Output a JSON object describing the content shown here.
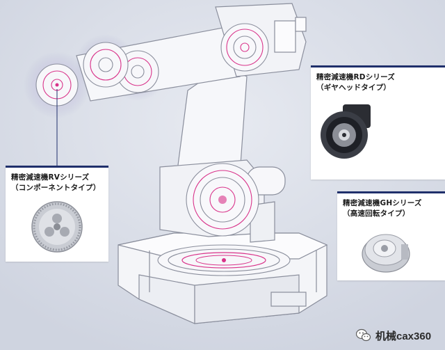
{
  "callouts": [
    {
      "line1": "精密減速機RVシリーズ",
      "line2": "（コンポーネントタイプ）"
    },
    {
      "line1": "精密減速機RDシリーズ",
      "line2": "（ギヤヘッドタイプ）"
    },
    {
      "line1": "精密減速機GHシリーズ",
      "line2": "（高速回転タイプ）"
    }
  ],
  "watermark": {
    "text": "机械cax360"
  },
  "colors": {
    "background": "#d7dbe6",
    "panel_bar": "#1f2f6b",
    "accent_pink": "#d9338a",
    "robot_line": "#8a8e9c"
  }
}
